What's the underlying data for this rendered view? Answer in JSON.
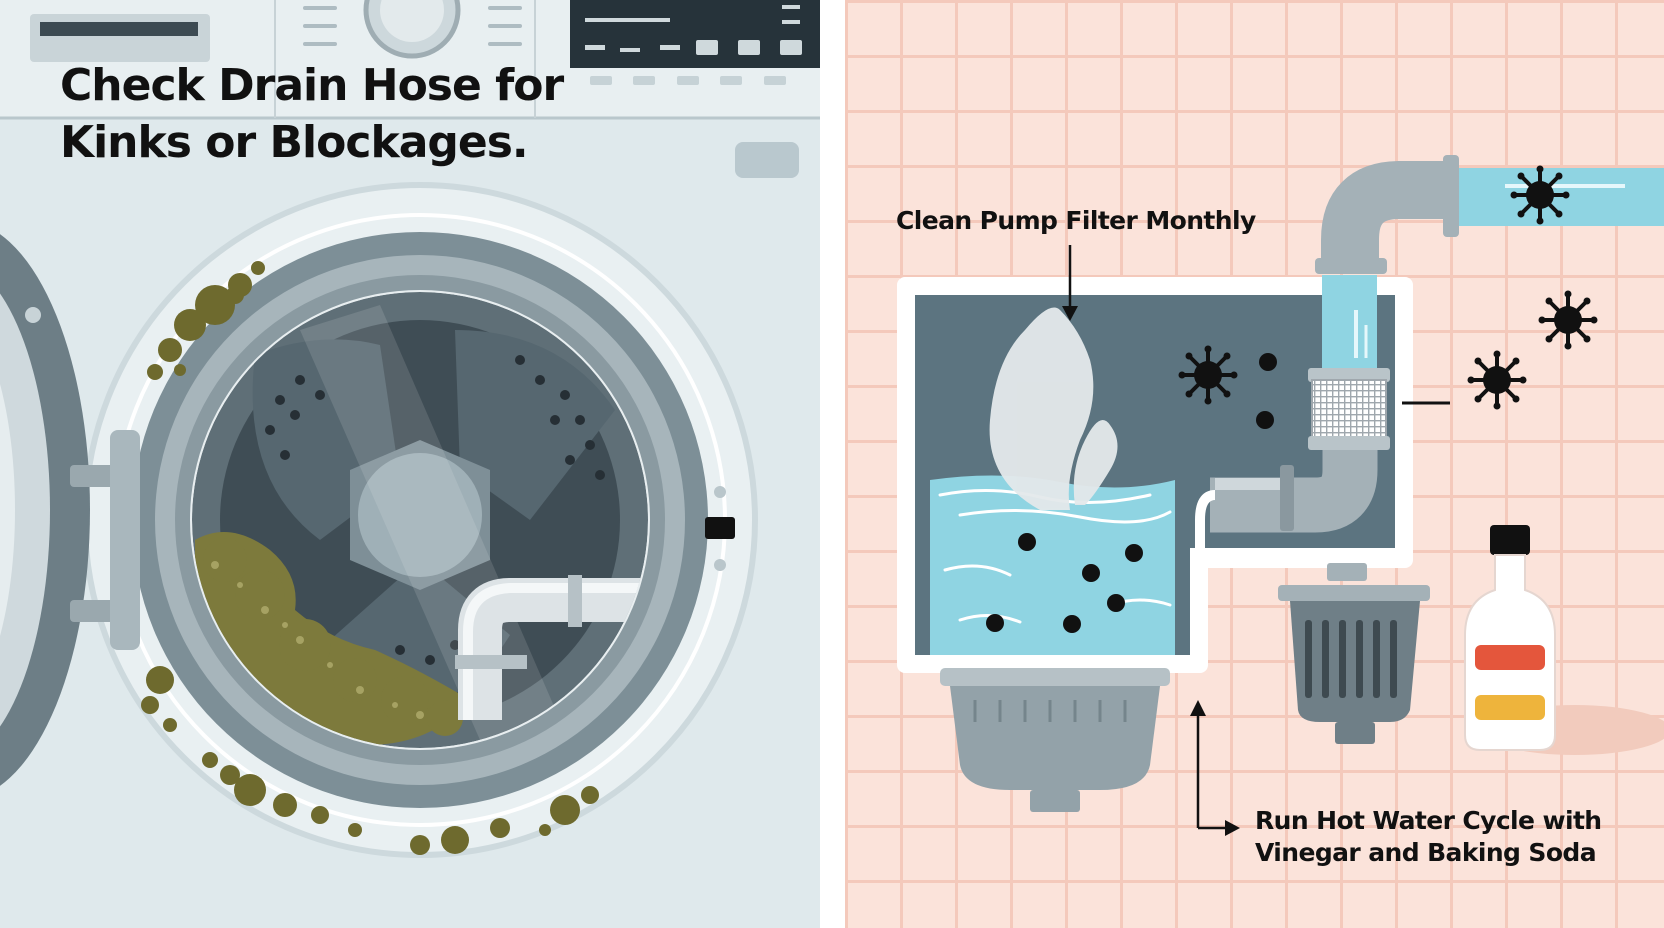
{
  "left_panel": {
    "title_line1": "Check Drain Hose for",
    "title_line2": "Kinks or Blockages."
  },
  "right_panel": {
    "callout_top": "Clean Pump Filter Monthly",
    "callout_bottom_line1": "Run Hot Water Cycle with",
    "callout_bottom_line2": "Vinegar and Baking Soda"
  },
  "colors": {
    "left_background": "#dfe9ec",
    "right_background": "#fbe3da",
    "tile_grout": "#f4c9bb",
    "water": "#8fd4e2",
    "mold": "#6e6a2e",
    "bottle_label_red": "#e4563c",
    "bottle_label_yellow": "#eeb43c"
  },
  "icons": [
    "washing-machine-drum",
    "drain-hose",
    "pump-filter",
    "germ-icon",
    "steam-icon",
    "cleaning-bottle",
    "arrow-icon"
  ]
}
